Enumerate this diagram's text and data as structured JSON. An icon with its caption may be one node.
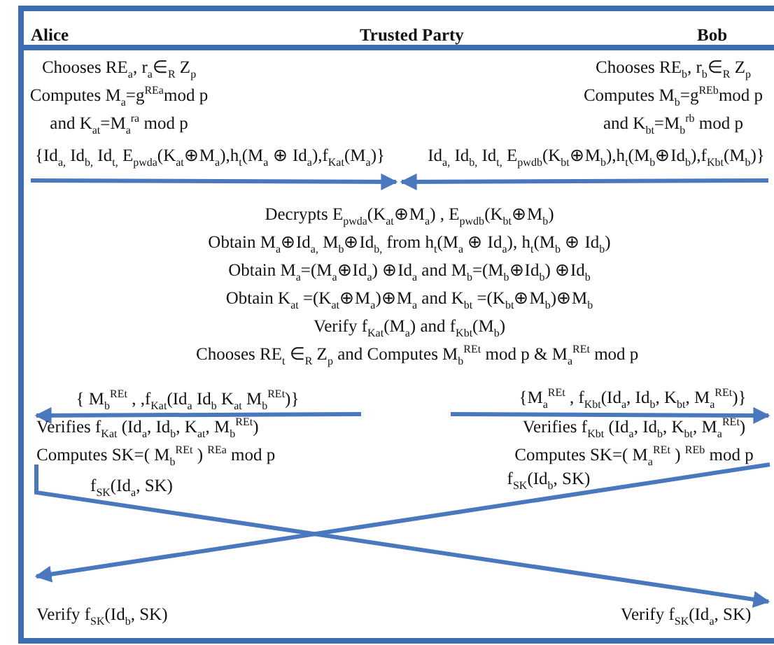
{
  "diagram": {
    "nodes": [
      {
        "text": [
          "Chooses RE$_{a}$, r$_{a}$∈$_{R}$ Z$_{p}$",
          "Computes  M$_{a}$=g$^{REa}$mod p",
          "and K$_{at}$=M$_{a}$$^{ra}$ mod p"
        ]
      },
      {
        "text": [
          "Chooses RE$_{b}$, r$_{b}$∈$_{R}$ Z$_{p}$",
          "Computes M$_{b}$=g$^{REb}$mod p",
          "and K$_{bt}$=M$_{b}$$^{rb}$ mod p"
        ]
      },
      {
        "text": [
          "Decrypts E$_{pwda}$(K$_{at}$⊕M$_{a}$) , E$_{pwdb}$(K$_{bt}$⊕M$_{b}$)",
          "Obtain M$_{a}$⊕Id$_{a,}$ M$_{b}$⊕Id$_{b,}$ from h$_{t}$(M$_{a}$ ⊕ Id$_{a}$), h$_{t}$(M$_{b}$ ⊕ Id$_{b}$)",
          "Obtain M$_{a}$=(M$_{a}$⊕Id$_{a}$) ⊕Id$_{a}$ and M$_{b}$=(M$_{b}$⊕Id$_{b}$) ⊕Id$_{b}$",
          "Obtain K$_{at}$ =(K$_{at}$⊕M$_{a}$)⊕M$_{a}$ and K$_{bt}$ =(K$_{bt}$⊕M$_{b}$)⊕M$_{b}$",
          "Verify f$_{Kat}$(M$_{a}$) and f$_{Kbt}$(M$_{b}$)",
          "Chooses RE$_{t}$ ∈$_{R}$ Z$_{p}$ and  Computes M$_{b}$$^{REt}$ mod p  & M$_{a}$$^{REt}$ mod p"
        ]
      },
      {
        "text": [
          "Verifies f$_{Kat}$ (Id$_{a}$, Id$_{b}$, K$_{at}$, M$_{b}$$^{REt}$)",
          "Computes SK=( M$_{b}$$^{REt}$ ) $^{REa}$ mod p"
        ]
      },
      {
        "text": [
          "Verifies f$_{Kbt}$ (Id$_{a}$, Id$_{b}$, K$_{bt}$, M$_{a}$$^{REt}$)",
          "Computes SK=( M$_{a}$$^{REt}$ ) $^{REb}$ mod p"
        ]
      },
      {
        "text": [
          "Verify f$_{SK}$(Id$_{b}$, SK)"
        ]
      },
      {
        "text": [
          "Verify f$_{SK}$(Id$_{a}$, SK)"
        ]
      }
    ],
    "edges": [
      {
        "from": null,
        "to": 2,
        "arrow": "to",
        "label": "{Id$_{a,}$ Id$_{b,}$ Id$_{t,}$ E$_{pwda}$(K$_{at}$⊕M$_{a}$),h$_{t}$(M$_{a}$ ⊕ Id$_{a}$),f$_{Kat}$(M$_{a}$)}"
      },
      {
        "from": null,
        "to": 2,
        "arrow": "to",
        "label": "Id$_{a,}$ Id$_{b,}$ Id$_{t,}$ E$_{pwdb}$(K$_{bt}$⊕M$_{b}$),h$_{t}$(M$_{b}$⊕Id$_{b}$),f$_{Kbt}$(M$_{b}$)}"
      },
      {
        "from": null,
        "to": 3,
        "arrow": "to",
        "label": "{ M$_{b}$$^{REt}$ , ,f$_{Kat}$(Id$_{a}$ Id$_{b}$ K$_{at}$ M$_{b}$$^{REt}$)}"
      },
      {
        "from": null,
        "to": 4,
        "arrow": "to",
        "label": "{M$_{a}$$^{REt}$ , f$_{Kbt}$(Id$_{a}$, Id$_{b}$, K$_{bt}$, M$_{a}$$^{REt}$)}"
      },
      {
        "from": 3,
        "to": 6,
        "arrow": "to",
        "label": "f$_{SK}$(Id$_{a}$, SK)"
      },
      {
        "from": 4,
        "to": 5,
        "arrow": "to",
        "label": "f$_{SK}$(Id$_{b}$, SK)"
      }
    ],
    "labels": [
      "Alice",
      "Trusted Party",
      "Bob"
    ]
  }
}
